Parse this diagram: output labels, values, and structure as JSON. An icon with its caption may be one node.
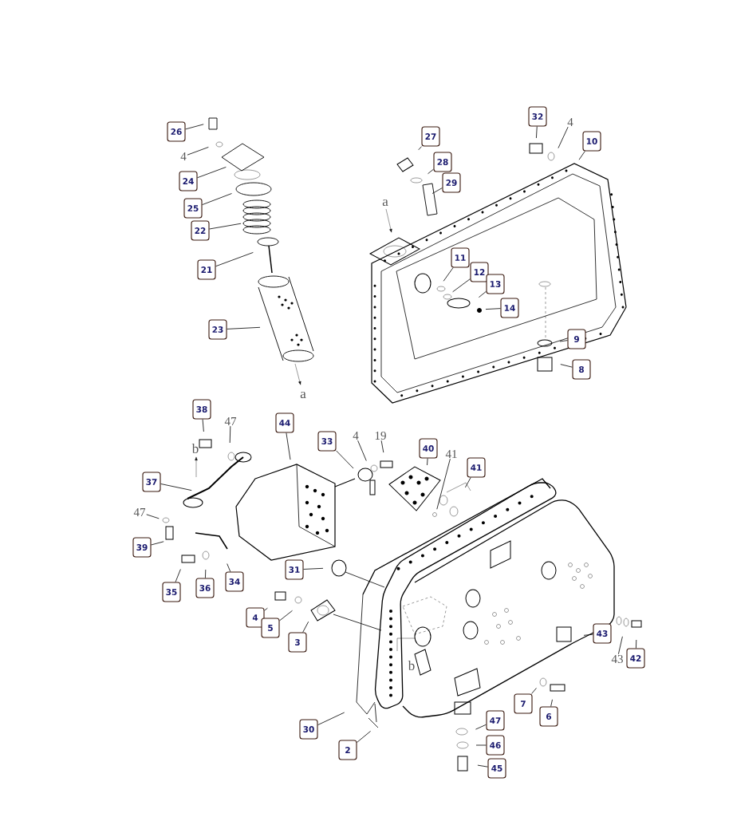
{
  "diagram": {
    "nodes": [
      {
        "text": [
          "26"
        ]
      },
      {
        "text": [
          "24"
        ]
      },
      {
        "text": [
          "25"
        ]
      },
      {
        "text": [
          "22"
        ]
      },
      {
        "text": [
          "21"
        ]
      },
      {
        "text": [
          "23"
        ]
      },
      {
        "text": [
          "27"
        ]
      },
      {
        "text": [
          "28"
        ]
      },
      {
        "text": [
          "29"
        ]
      },
      {
        "text": [
          "32"
        ]
      },
      {
        "text": [
          "10"
        ]
      },
      {
        "text": [
          "11"
        ]
      },
      {
        "text": [
          "12"
        ]
      },
      {
        "text": [
          "13"
        ]
      },
      {
        "text": [
          "14"
        ]
      },
      {
        "text": [
          "9"
        ]
      },
      {
        "text": [
          "8"
        ]
      },
      {
        "text": [
          "38"
        ]
      },
      {
        "text": [
          "37"
        ]
      },
      {
        "text": [
          "39"
        ]
      },
      {
        "text": [
          "35"
        ]
      },
      {
        "text": [
          "36"
        ]
      },
      {
        "text": [
          "34"
        ]
      },
      {
        "text": [
          "44"
        ]
      },
      {
        "text": [
          "33"
        ]
      },
      {
        "text": [
          "40"
        ]
      },
      {
        "text": [
          "41"
        ]
      },
      {
        "text": [
          "31"
        ]
      },
      {
        "text": [
          "4"
        ]
      },
      {
        "text": [
          "5"
        ]
      },
      {
        "text": [
          "3"
        ]
      },
      {
        "text": [
          "30"
        ]
      },
      {
        "text": [
          "2"
        ]
      },
      {
        "text": [
          "47"
        ]
      },
      {
        "text": [
          "46"
        ]
      },
      {
        "text": [
          "45"
        ]
      },
      {
        "text": [
          "7"
        ]
      },
      {
        "text": [
          "6"
        ]
      },
      {
        "text": [
          "43"
        ]
      },
      {
        "text": [
          "42"
        ]
      },
      {
        "text": [
          "4"
        ]
      },
      {
        "text": [
          "4"
        ]
      },
      {
        "text": [
          "47"
        ]
      },
      {
        "text": [
          "47"
        ]
      },
      {
        "text": [
          "4"
        ]
      },
      {
        "text": [
          "19"
        ]
      },
      {
        "text": [
          "41"
        ]
      },
      {
        "text": [
          "43"
        ]
      }
    ],
    "edges": [
      {
        "from": 0,
        "to": null,
        "arrow": "none"
      },
      {
        "from": 1,
        "to": null,
        "arrow": "none"
      },
      {
        "from": 2,
        "to": null,
        "arrow": "none"
      },
      {
        "from": 3,
        "to": null,
        "arrow": "none"
      },
      {
        "from": 4,
        "to": null,
        "arrow": "none"
      },
      {
        "from": 5,
        "to": null,
        "arrow": "none"
      },
      {
        "from": 6,
        "to": null,
        "arrow": "none"
      },
      {
        "from": 7,
        "to": null,
        "arrow": "none"
      },
      {
        "from": 8,
        "to": null,
        "arrow": "none"
      },
      {
        "from": 9,
        "to": null,
        "arrow": "none"
      },
      {
        "from": 10,
        "to": null,
        "arrow": "none"
      },
      {
        "from": 11,
        "to": null,
        "arrow": "none"
      },
      {
        "from": 12,
        "to": null,
        "arrow": "none"
      },
      {
        "from": 13,
        "to": null,
        "arrow": "none"
      },
      {
        "from": 14,
        "to": null,
        "arrow": "none"
      },
      {
        "from": 15,
        "to": null,
        "arrow": "none"
      },
      {
        "from": 16,
        "to": null,
        "arrow": "none"
      },
      {
        "from": 17,
        "to": null,
        "arrow": "none"
      },
      {
        "from": 18,
        "to": null,
        "arrow": "none"
      },
      {
        "from": 19,
        "to": null,
        "arrow": "none"
      },
      {
        "from": 20,
        "to": null,
        "arrow": "none"
      },
      {
        "from": 21,
        "to": null,
        "arrow": "none"
      },
      {
        "from": 22,
        "to": null,
        "arrow": "none"
      },
      {
        "from": 23,
        "to": null,
        "arrow": "none"
      },
      {
        "from": 24,
        "to": null,
        "arrow": "none"
      },
      {
        "from": 25,
        "to": null,
        "arrow": "none"
      },
      {
        "from": 26,
        "to": null,
        "arrow": "none"
      },
      {
        "from": 27,
        "to": null,
        "arrow": "none"
      },
      {
        "from": 28,
        "to": null,
        "arrow": "none"
      },
      {
        "from": 29,
        "to": null,
        "arrow": "none"
      },
      {
        "from": 30,
        "to": null,
        "arrow": "none"
      },
      {
        "from": 31,
        "to": null,
        "arrow": "none"
      },
      {
        "from": 32,
        "to": null,
        "arrow": "none"
      },
      {
        "from": 33,
        "to": null,
        "arrow": "none"
      },
      {
        "from": 34,
        "to": null,
        "arrow": "none"
      },
      {
        "from": 35,
        "to": null,
        "arrow": "none"
      },
      {
        "from": 36,
        "to": null,
        "arrow": "none"
      },
      {
        "from": 37,
        "to": null,
        "arrow": "none"
      },
      {
        "from": 38,
        "to": null,
        "arrow": "none"
      },
      {
        "from": 39,
        "to": null,
        "arrow": "none"
      },
      {
        "from": 40,
        "to": null,
        "arrow": "none"
      },
      {
        "from": 41,
        "to": null,
        "arrow": "none"
      },
      {
        "from": 42,
        "to": null,
        "arrow": "none"
      },
      {
        "from": 43,
        "to": null,
        "arrow": "none"
      },
      {
        "from": 44,
        "to": null,
        "arrow": "none"
      },
      {
        "from": 45,
        "to": null,
        "arrow": "none"
      },
      {
        "from": 46,
        "to": null,
        "arrow": "none"
      },
      {
        "from": 47,
        "to": null,
        "arrow": "none"
      }
    ],
    "labels": [
      "a",
      "a",
      "b",
      "b"
    ]
  }
}
